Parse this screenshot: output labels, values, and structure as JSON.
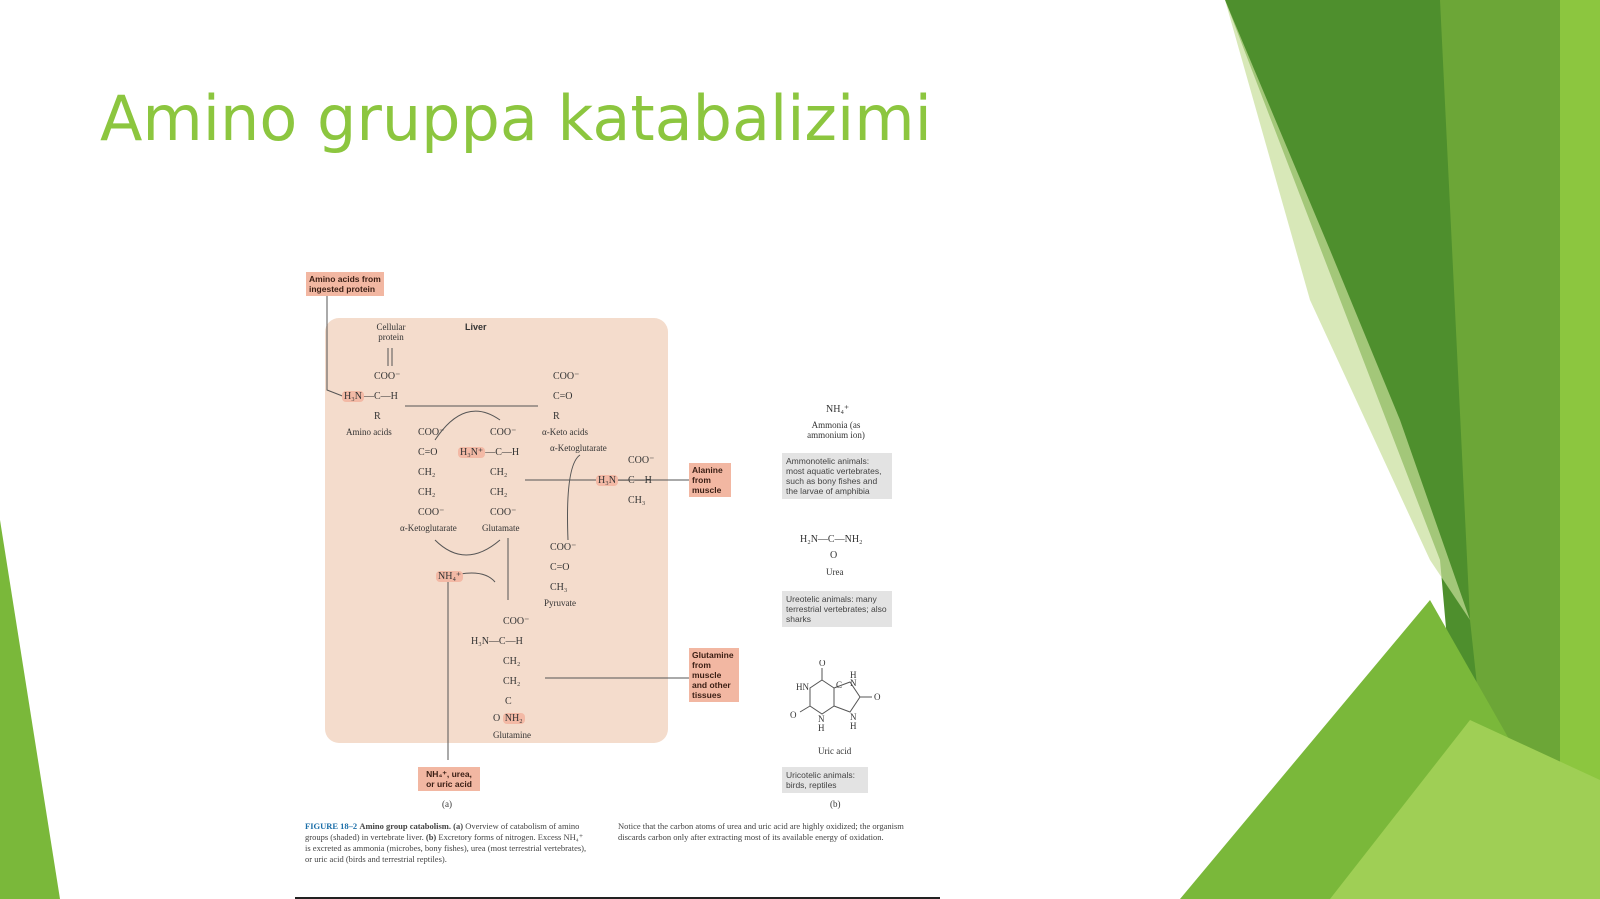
{
  "slide": {
    "title": "Amino gruppa katabalizimi",
    "colors": {
      "title": "#8cc63f",
      "accent_dark": "#4e8f2d",
      "accent_light": "#8cc63f",
      "liver_bg": "#f4dccc",
      "highlight": "#f3b9a5"
    }
  },
  "figure": {
    "boxes": {
      "ingested": "Amino acids from ingested protein",
      "alanine": "Alanine from muscle",
      "glutamine": "Glutamine from muscle and other tissues",
      "excreted": "NH₄⁺, urea, or uric acid"
    },
    "labels": {
      "cellular_protein": "Cellular protein",
      "liver": "Liver",
      "amino_acids": "Amino acids",
      "keto_acids": "α-Keto acids",
      "alpha_ketoglutarate_right": "α-Ketoglutarate",
      "alpha_ketoglutarate": "α-Ketoglutarate",
      "glutamate": "Glutamate",
      "pyruvate": "Pyruvate",
      "glutamine": "Glutamine",
      "nh4": "NH₄⁺",
      "part_a": "(a)",
      "part_b": "(b)"
    },
    "excretion": {
      "ammonia_formula": "NH₄⁺",
      "ammonia_label": "Ammonia (as ammonium ion)",
      "ammonotelic": "Ammonotelic animals: most aquatic vertebrates, such as bony fishes and the larvae of amphibia",
      "urea_formula": "H₂N—C—NH₂",
      "urea_o": "O",
      "urea_label": "Urea",
      "ureotelic": "Ureotelic animals: many terrestrial vertebrates; also sharks",
      "uric_label": "Uric acid",
      "uricotelic": "Uricotelic animals: birds, reptiles"
    },
    "caption": {
      "figure_label": "FIGURE 18–2",
      "title": "Amino group catabolism.",
      "part_a": "(a)",
      "text_a": "Overview of catabolism of amino groups (shaded) in vertebrate liver.",
      "part_b": "(b)",
      "text_b": "Excretory forms of nitrogen. Excess NH₄⁺ is excreted as ammonia (microbes, bony fishes), urea (most terrestrial vertebrates), or uric acid (birds and terrestrial reptiles).",
      "note": "Notice that the carbon atoms of urea and uric acid are highly oxidized; the organism discards carbon only after extracting most of its available energy of oxidation."
    }
  }
}
